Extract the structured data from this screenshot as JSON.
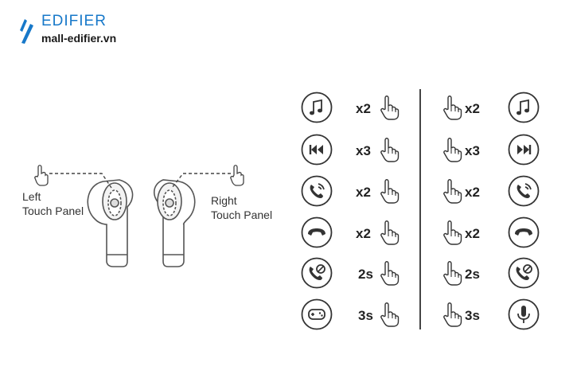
{
  "brand": {
    "name": "EDIFIER",
    "url": "mall-edifier.vn",
    "color": "#1778c9"
  },
  "earbuds": {
    "left_label": [
      "Left",
      "Touch Panel"
    ],
    "right_label": [
      "Right",
      "Touch Panel"
    ]
  },
  "left_controls": [
    {
      "icon": "music-note-icon",
      "gesture": "x2"
    },
    {
      "icon": "previous-track-icon",
      "gesture": "x3"
    },
    {
      "icon": "answer-call-icon",
      "gesture": "x2"
    },
    {
      "icon": "hang-up-icon",
      "gesture": "x2"
    },
    {
      "icon": "reject-call-icon",
      "gesture": "2s"
    },
    {
      "icon": "game-mode-icon",
      "gesture": "3s"
    }
  ],
  "right_controls": [
    {
      "icon": "music-note-icon",
      "gesture": "x2"
    },
    {
      "icon": "next-track-icon",
      "gesture": "x3"
    },
    {
      "icon": "answer-call-icon",
      "gesture": "x2"
    },
    {
      "icon": "hang-up-icon",
      "gesture": "x2"
    },
    {
      "icon": "reject-call-icon",
      "gesture": "2s"
    },
    {
      "icon": "microphone-icon",
      "gesture": "3s"
    }
  ]
}
